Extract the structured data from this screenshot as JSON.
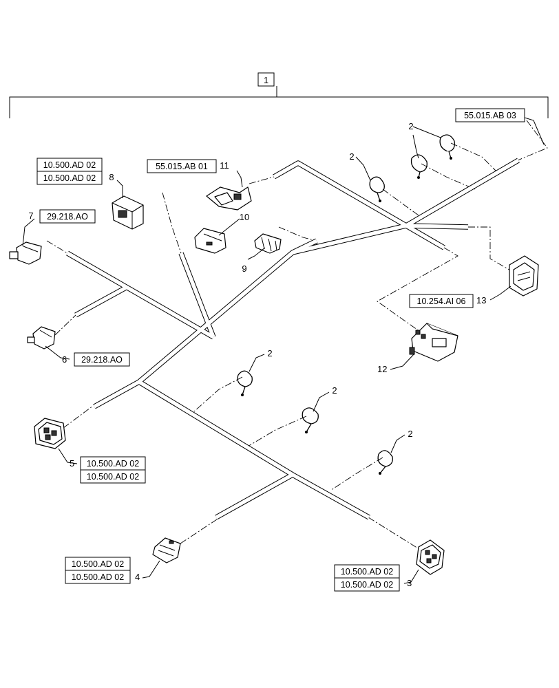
{
  "callouts": {
    "assembly": "1",
    "clip": "2",
    "c3": "3",
    "c4": "4",
    "c5": "5",
    "c6": "6",
    "c7": "7",
    "c8": "8",
    "c9": "9",
    "c10": "10",
    "c11": "11",
    "c12": "12",
    "c13": "13"
  },
  "references": {
    "top_right": "55.015.AB 03",
    "top_mid": "55.015.AB 01",
    "ad02": "10.500.AD 02",
    "r7": "29.218.AO",
    "r6": "29.218.AO",
    "r13": "10.254.AI 06"
  }
}
